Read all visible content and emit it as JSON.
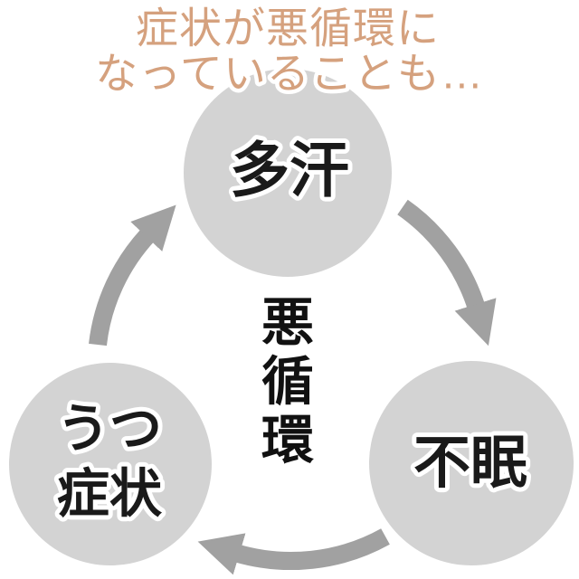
{
  "title": {
    "line1": "症状が悪循環に",
    "line2": "なっていることも…",
    "color": "#d5a17e"
  },
  "cycle": {
    "center_label": "悪循環",
    "center_label_chars": [
      "悪",
      "循",
      "環"
    ],
    "nodes": [
      {
        "id": "sweating",
        "label": "多汗"
      },
      {
        "id": "insomnia",
        "label": "不眠"
      },
      {
        "id": "depression",
        "label": "うつ症状",
        "lines": [
          "うつ",
          "症状"
        ]
      }
    ],
    "arrows": [
      {
        "from": "多汗",
        "to": "不眠"
      },
      {
        "from": "不眠",
        "to": "うつ症状"
      },
      {
        "from": "うつ症状",
        "to": "多汗"
      }
    ],
    "colors": {
      "circle_fill": "#d3d3d3",
      "arrow": "#a1a1a1",
      "label_text": "#1a1a1a",
      "label_outline": "#ffffff"
    }
  }
}
